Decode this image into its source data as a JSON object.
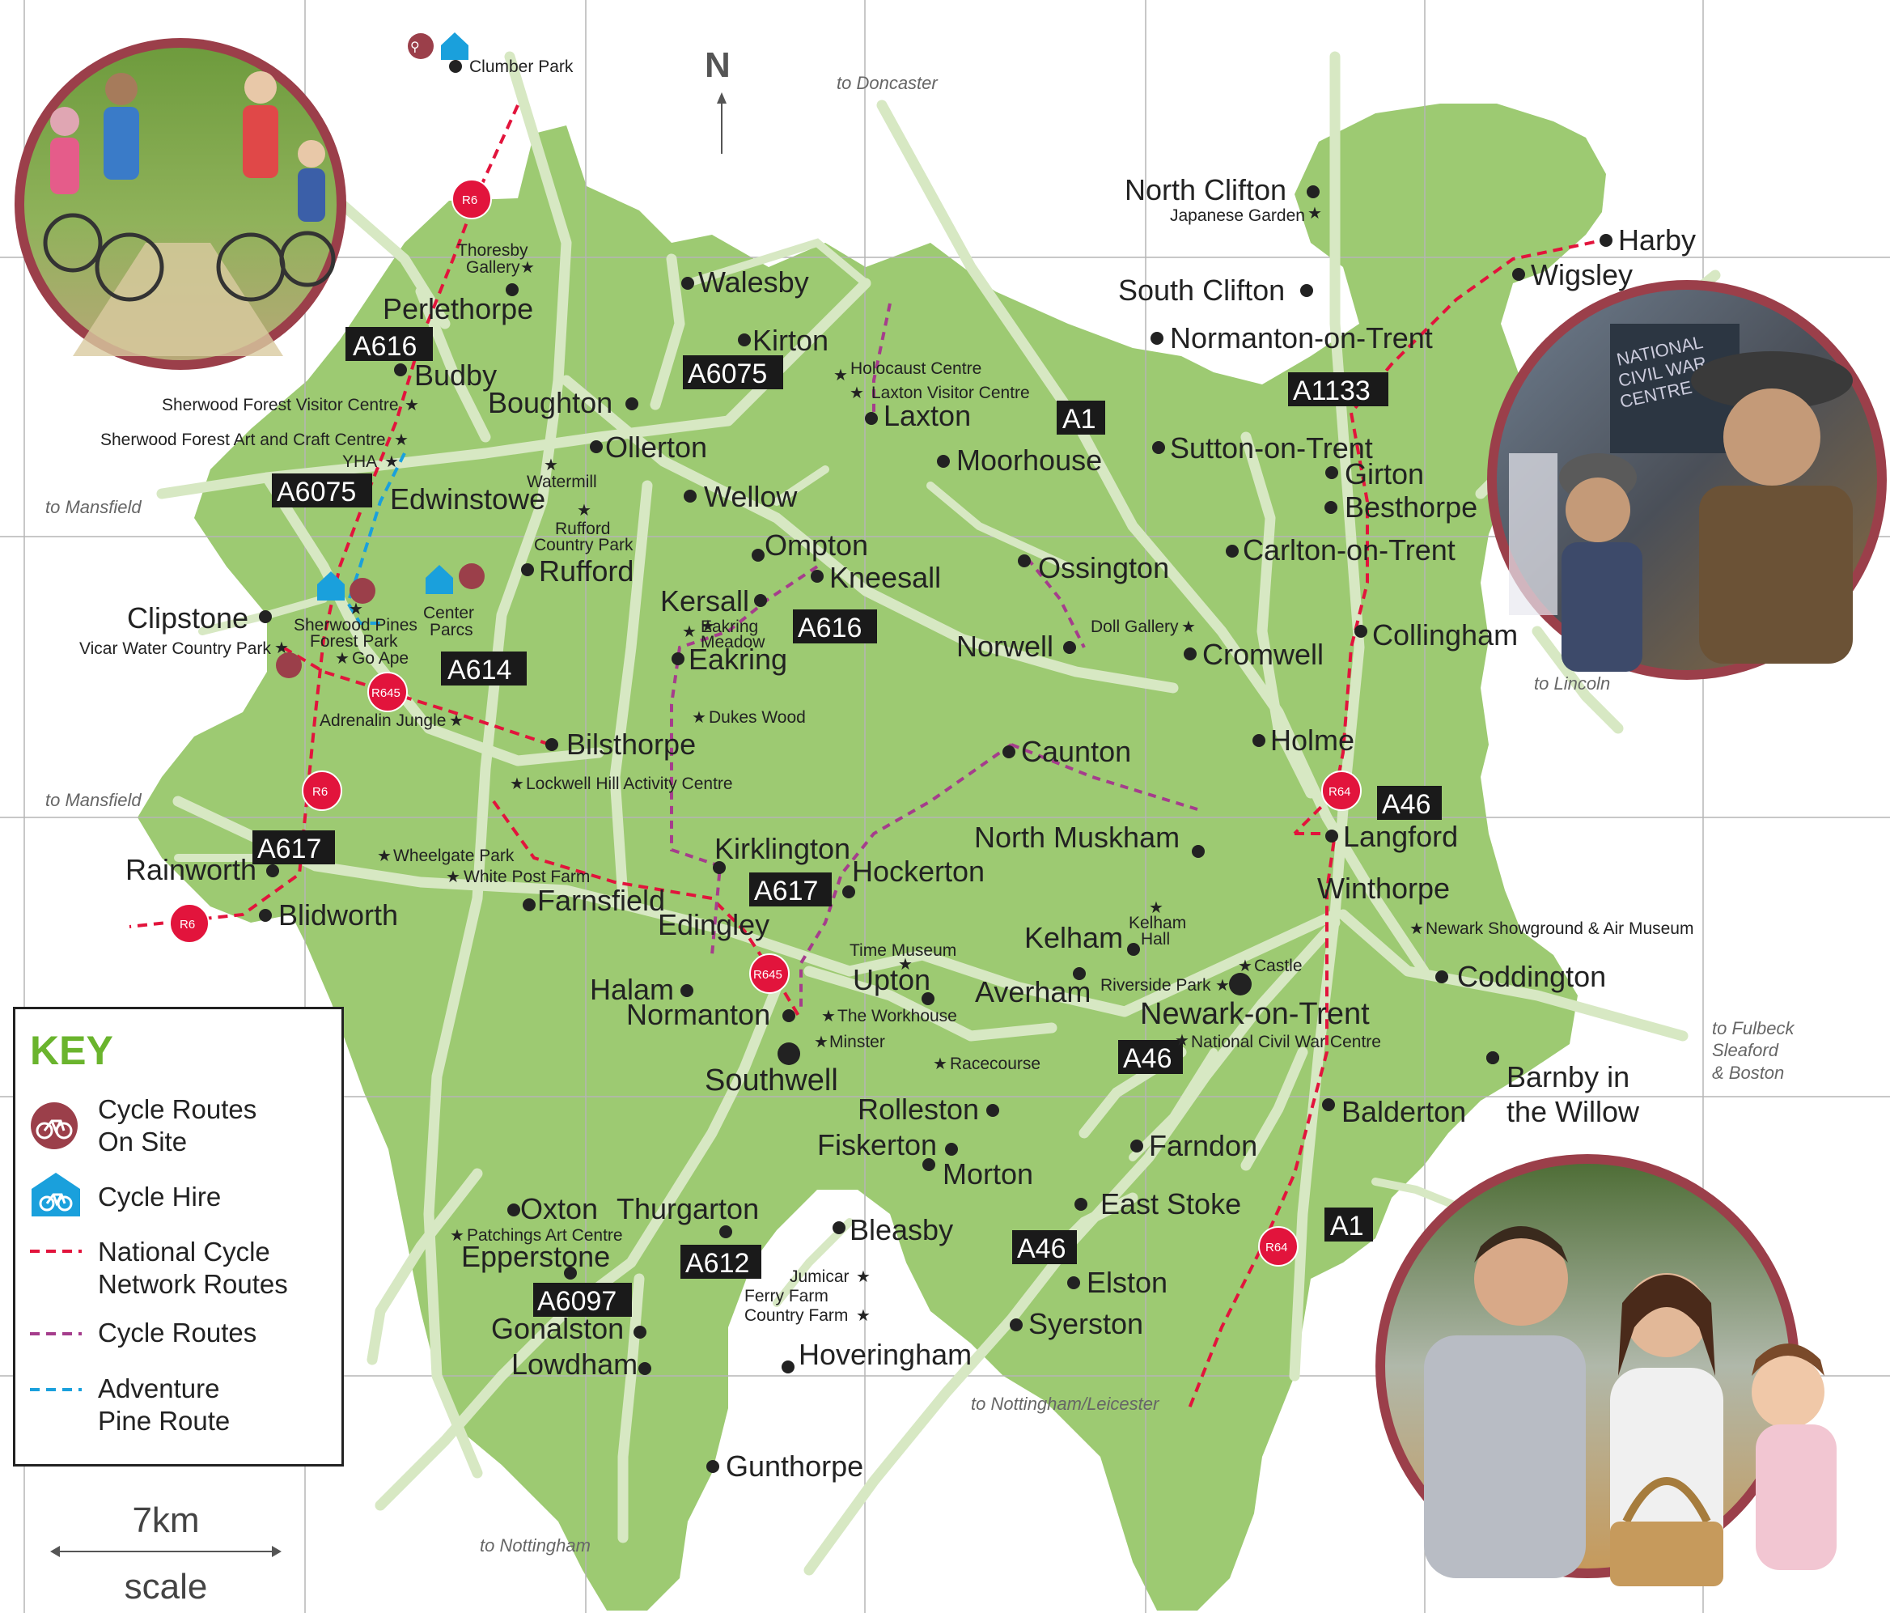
{
  "compass": "N",
  "key": {
    "title": "KEY",
    "items": [
      {
        "label_1": "Cycle Routes",
        "label_2": "On Site",
        "icon": "bicycle-circle-icon",
        "color": "#9b3f4a"
      },
      {
        "label_1": "Cycle Hire",
        "label_2": "",
        "icon": "bicycle-hire-house-icon",
        "color": "#1aa0dc"
      },
      {
        "label_1": "National Cycle",
        "label_2": "Network Routes",
        "icon": "red-dashed-line",
        "color": "#e2143c"
      },
      {
        "label_1": "Cycle Routes",
        "label_2": "",
        "icon": "purple-dashed-line",
        "color": "#a53d8c"
      },
      {
        "label_1": "Adventure",
        "label_2": "Pine Route",
        "icon": "blue-dashed-line",
        "color": "#1aa0dc"
      }
    ]
  },
  "scale": {
    "distance": "7km",
    "word": "scale"
  },
  "directions": [
    "to Doncaster",
    "to Mansfield",
    "to Mansfield",
    "to Lincoln",
    "to Fulbeck",
    "Sleaford",
    "& Boston",
    "to Nottingham/Leicester",
    "to Nottingham"
  ],
  "roads": [
    "A616",
    "A6075",
    "A6075",
    "A614",
    "A617",
    "A616",
    "A617",
    "A1",
    "A1133",
    "A46",
    "A46",
    "A46",
    "A612",
    "A6097",
    "A1"
  ],
  "routes": [
    "R6",
    "R6",
    "R6",
    "R645",
    "R645",
    "R64",
    "R64"
  ],
  "towns": [
    "Perlethorpe",
    "Budby",
    "Boughton",
    "Edwinstowe",
    "Ollerton",
    "Walesby",
    "Kirton",
    "Laxton",
    "Moorhouse",
    "Wellow",
    "Ompton",
    "Kneesall",
    "Kersall",
    "Eakring",
    "Rufford",
    "Clipstone",
    "Bilsthorpe",
    "Ossington",
    "Norwell",
    "Caunton",
    "Cromwell",
    "North Clifton",
    "South Clifton",
    "Normanton-on-Trent",
    "Sutton-on-Trent",
    "Girton",
    "Besthorpe",
    "Carlton-on-Trent",
    "Collingham",
    "Holme",
    "Harby",
    "Wigsley",
    "North Muskham",
    "Langford",
    "Winthorpe",
    "Kirklington",
    "Hockerton",
    "Rainworth",
    "Blidworth",
    "Farnsfield",
    "Edingley",
    "Halam",
    "Normanton",
    "Southwell",
    "Upton",
    "Kelham",
    "Averham",
    "Newark-on-Trent",
    "Coddington",
    "Barnby in",
    "the Willow",
    "Balderton",
    "Rolleston",
    "Fiskerton",
    "Morton",
    "Farndon",
    "East Stoke",
    "Elston",
    "Syerston",
    "Oxton",
    "Thurgarton",
    "Epperstone",
    "Bleasby",
    "Gonalston",
    "Lowdham",
    "Hoveringham",
    "Gunthorpe"
  ],
  "attractions": [
    "Clumber Park",
    "Thoresby",
    "Gallery",
    "Sherwood Forest Visitor Centre",
    "Sherwood Forest Art and Craft Centre",
    "YHA",
    "Watermill",
    "Rufford",
    "Country Park",
    "Holocaust Centre",
    "Laxton Visitor Centre",
    "Sherwood Pines",
    "Forest Park",
    "Center",
    "Parcs",
    "Vicar Water Country Park",
    "Go Ape",
    "Adrenalin Jungle",
    "Eakring",
    "Meadow",
    "Dukes Wood",
    "Lockwell Hill Activity Centre",
    "Doll Gallery",
    "Japanese Garden",
    "Wheelgate Park",
    "White Post Farm",
    "Time Museum",
    "The Workhouse",
    "Minster",
    "Racecourse",
    "Kelham",
    "Hall",
    "Riverside Park",
    "Castle",
    "National Civil War Centre",
    "Newark Showground & Air Museum",
    "Patchings Art Centre",
    "Jumicar",
    "Ferry Farm",
    "Country Farm"
  ],
  "photo_sign": {
    "line_1": "NATIONAL",
    "line_2": "CIVIL WAR",
    "line_3": "CENTRE"
  }
}
